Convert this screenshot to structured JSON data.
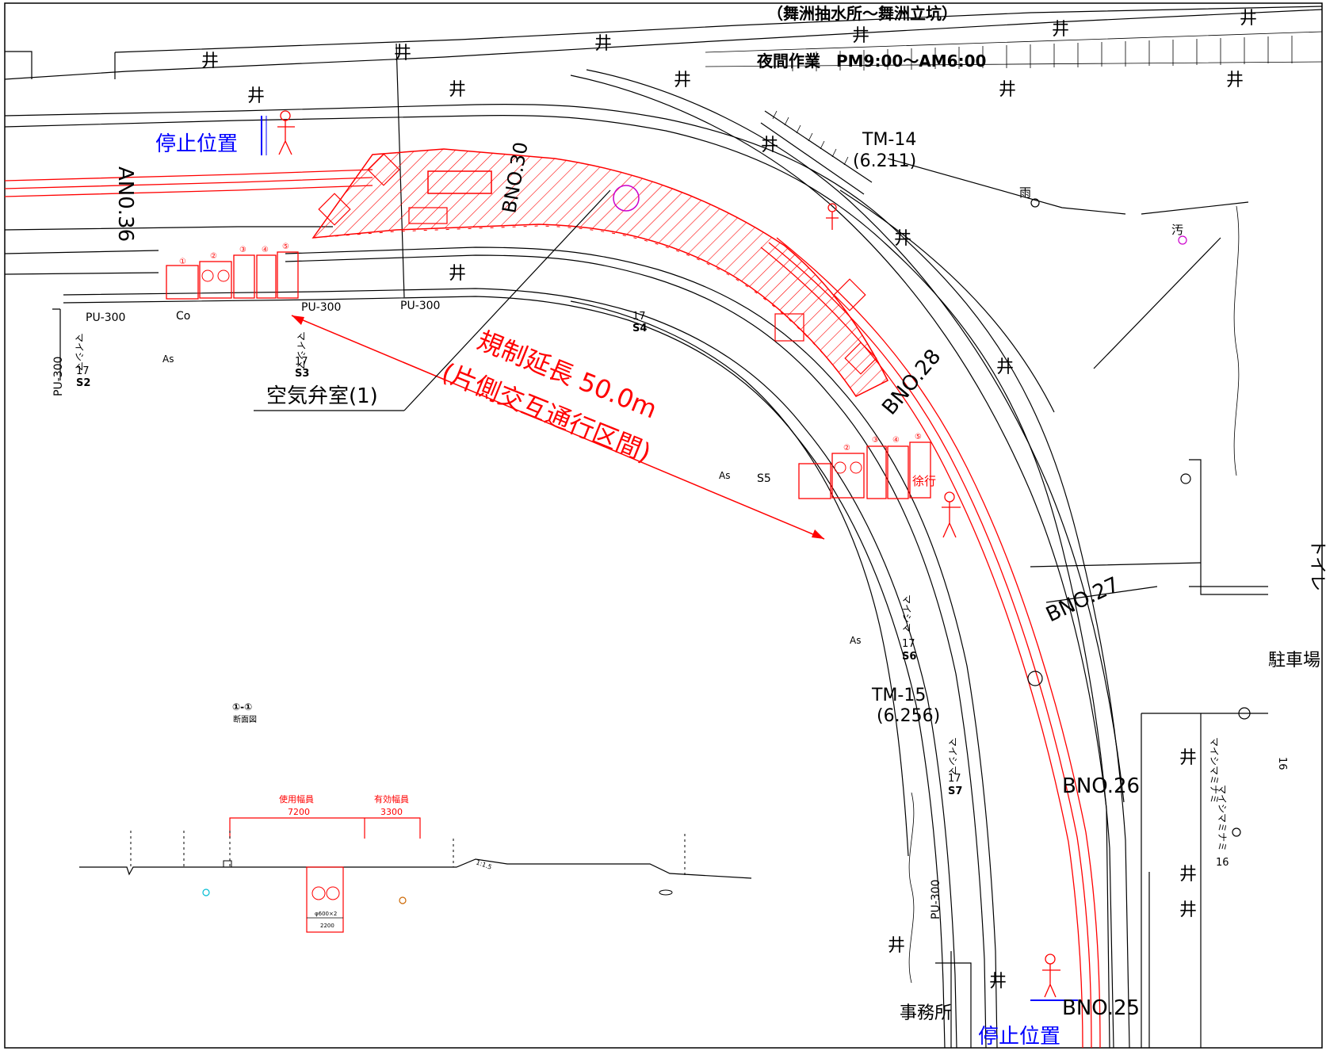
{
  "header": {
    "route": "（舞洲抽水所～舞洲立坑）",
    "work_hours": "夜間作業　PM9:00～AM6:00"
  },
  "stop_positions": {
    "top": "停止位置",
    "bottom": "停止位置"
  },
  "stations": {
    "am036": "AN0.36",
    "bno30": "BNO.30",
    "bno28": "BNO.28",
    "bno27": "BNO.27",
    "bno26": "BNO.26",
    "bno25": "BNO.25"
  },
  "markers": {
    "tm14": "TM-14",
    "tm14_val": "(6.211)",
    "tm15": "TM-15",
    "tm15_val": "(6.256)"
  },
  "pipes": {
    "pu300": "PU-300",
    "co": "Co",
    "as": "As"
  },
  "streets": {
    "s2_name": "マイシマ",
    "s2_no": "17",
    "s2_id": "S2",
    "s3_name": "マイシマ",
    "s3_no": "17",
    "s3_id": "S3",
    "s4_no": "17",
    "s4_id": "S4",
    "s5_id": "S5",
    "s6_name": "マイシマ",
    "s6_no": "17",
    "s6_id": "S6",
    "s7_name": "マイシマ",
    "s7_no": "17",
    "s7_id": "S7",
    "right_upper": "マイシマミナミ",
    "right_upper_no": "16",
    "right_lower": "マイシマミナミ",
    "right_lower_no": "16"
  },
  "annotations": {
    "air_valve": "空気弁室(1)",
    "restriction_line1": "規制延長 50.0m",
    "restriction_line2": "(片側交互通行区間)",
    "parking": "駐車場",
    "office": "事務所",
    "toilet": "トイレ",
    "rain": "雨",
    "sewage": "汚",
    "slow": "徐行",
    "circle_nums": [
      "①",
      "②",
      "③",
      "④",
      "⑤"
    ]
  },
  "section": {
    "title": "①-①",
    "subtitle": "断面図",
    "used_width_label": "使用幅員",
    "used_width": "7200",
    "effective_width_label": "有効幅員",
    "effective_width": "3300",
    "pipe_spec": "φ600×2",
    "pipe_width": "2200",
    "slope": "1:1.5"
  },
  "colors": {
    "restriction": "#ff0000",
    "stop": "#0000ff",
    "base": "#000000"
  }
}
